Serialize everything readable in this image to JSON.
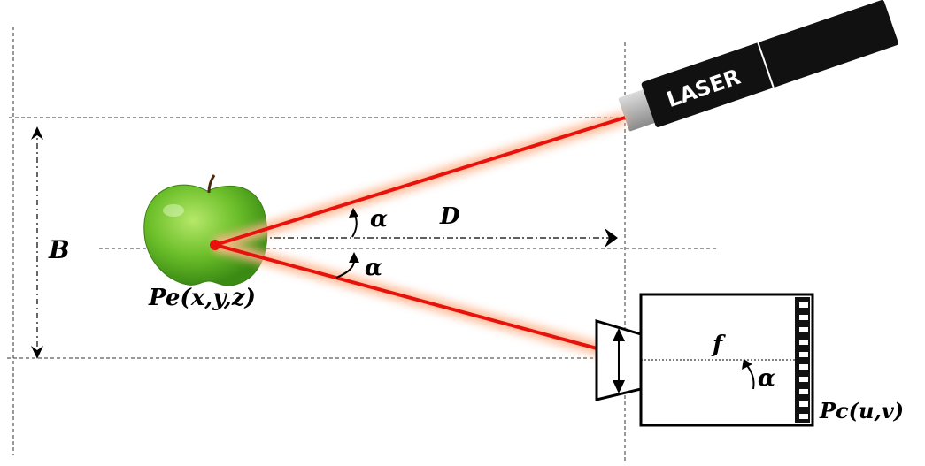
{
  "labels": {
    "baseline": "B",
    "distance": "D",
    "angle_top": "α",
    "angle_bottom": "α",
    "angle_camera": "α",
    "focal": "f",
    "object_point": "Pe(x,y,z)",
    "image_point": "Pc(u,v)",
    "laser": "LASER"
  },
  "colors": {
    "beam": "#e8120c",
    "beam_glow": "#ffb48c",
    "apple": "#6cbf2a",
    "laser_body": "#111111",
    "laser_tip": "#b9b9b9"
  }
}
